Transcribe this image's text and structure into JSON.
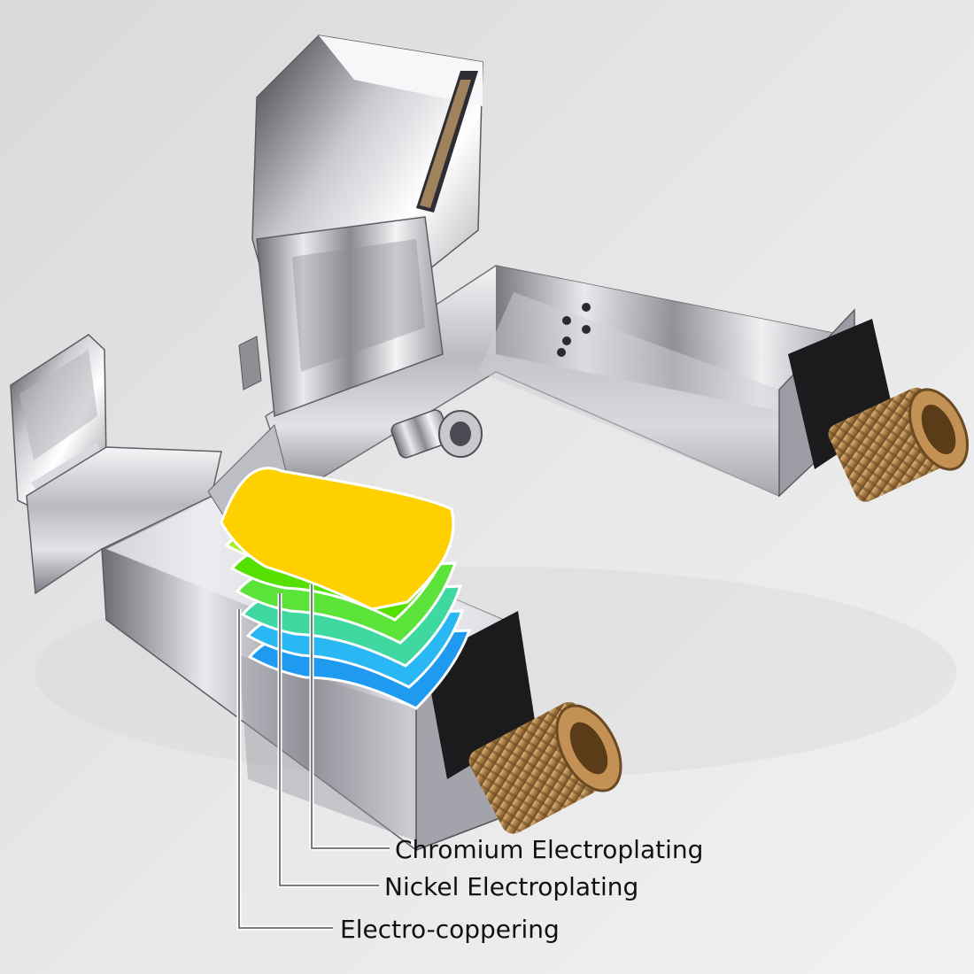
{
  "photo": {
    "subject": "chrome-waterfall-basin-faucet",
    "background_color": "#e4e4e4"
  },
  "plating_diagram": {
    "layers": [
      {
        "name": "Chromium Electroplating",
        "color": "#ffd000"
      },
      {
        "name": "Nickel Electroplating",
        "color": "#55e000"
      },
      {
        "name": "Electro-coppering",
        "color": "#2fb6f0"
      }
    ]
  },
  "labels": {
    "chromium": "Chromium Electroplating",
    "nickel": "Nickel Electroplating",
    "copper": "Electro-coppering"
  }
}
